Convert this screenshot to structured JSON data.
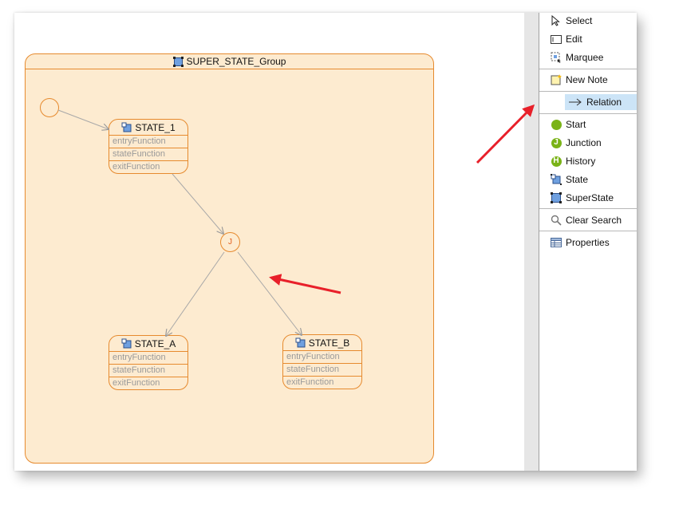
{
  "diagram": {
    "superstate": {
      "title": "SUPER_STATE_Group"
    },
    "states": [
      {
        "id": "state-1",
        "title": "STATE_1",
        "rows": [
          "entryFunction",
          "stateFunction",
          "exitFunction"
        ]
      },
      {
        "id": "state-a",
        "title": "STATE_A",
        "rows": [
          "entryFunction",
          "stateFunction",
          "exitFunction"
        ]
      },
      {
        "id": "state-b",
        "title": "STATE_B",
        "rows": [
          "entryFunction",
          "stateFunction",
          "exitFunction"
        ]
      }
    ],
    "junction": {
      "label": "J"
    }
  },
  "palette": {
    "tools": [
      {
        "label": "Select",
        "icon": "arrow-cursor-icon"
      },
      {
        "label": "Edit",
        "icon": "edit-box-icon"
      },
      {
        "label": "Marquee",
        "icon": "marquee-icon"
      }
    ],
    "note": {
      "label": "New Note",
      "icon": "note-icon"
    },
    "relation": {
      "label": "Relation",
      "icon": "relation-arrow-icon",
      "selected": true
    },
    "nodes": [
      {
        "label": "Start",
        "icon": "start-icon",
        "letter": ""
      },
      {
        "label": "Junction",
        "icon": "junction-icon",
        "letter": "J"
      },
      {
        "label": "History",
        "icon": "history-icon",
        "letter": "H"
      },
      {
        "label": "State",
        "icon": "state-icon"
      },
      {
        "label": "SuperState",
        "icon": "superstate-icon"
      }
    ],
    "search": {
      "label": "Clear Search",
      "icon": "magnifier-icon"
    },
    "properties": {
      "label": "Properties",
      "icon": "properties-table-icon"
    }
  },
  "colors": {
    "state_fill": "#fdebd0",
    "state_border": "#e68a2e",
    "palette_selected": "#cce4f7",
    "palette_green": "#7ab317",
    "annotation_red": "#e8202a"
  }
}
